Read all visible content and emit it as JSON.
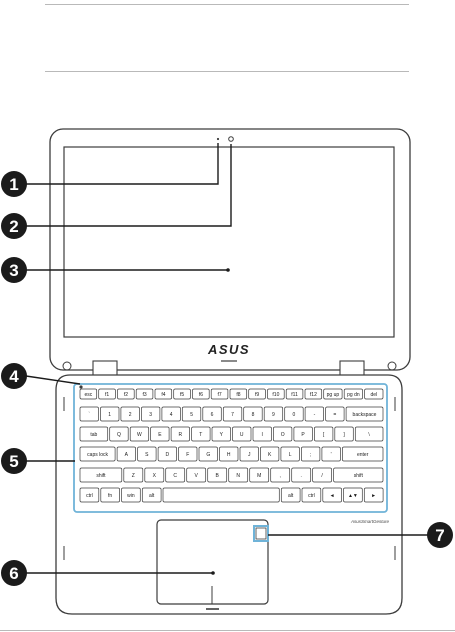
{
  "brand": {
    "logo_text": "ASUS",
    "touchpad_label": "AsusSmartGesture"
  },
  "callouts": [
    {
      "id": 1,
      "label": "1"
    },
    {
      "id": 2,
      "label": "2"
    },
    {
      "id": 3,
      "label": "3"
    },
    {
      "id": 4,
      "label": "4"
    },
    {
      "id": 5,
      "label": "5"
    },
    {
      "id": 6,
      "label": "6"
    },
    {
      "id": 7,
      "label": "7"
    }
  ],
  "colors": {
    "callout_fill": "#1b1b1b",
    "callout_text": "#ffffff",
    "keyboard_highlight": "#6fb3d8",
    "outline": "#3c3c3c"
  },
  "keyboard": {
    "rows": [
      [
        "esc",
        "f1",
        "f2",
        "f3",
        "f4",
        "f5",
        "f6",
        "f7",
        "f8",
        "f9",
        "f10",
        "f11",
        "f12",
        "pg up",
        "pg dn",
        "del"
      ],
      [
        "`",
        "1",
        "2",
        "3",
        "4",
        "5",
        "6",
        "7",
        "8",
        "9",
        "0",
        "-",
        "=",
        "backspace"
      ],
      [
        "tab",
        "Q",
        "W",
        "E",
        "R",
        "T",
        "Y",
        "U",
        "I",
        "O",
        "P",
        "[",
        "]",
        "\\"
      ],
      [
        "caps lock",
        "A",
        "S",
        "D",
        "F",
        "G",
        "H",
        "J",
        "K",
        "L",
        ";",
        "'",
        "enter"
      ],
      [
        "shift",
        "Z",
        "X",
        "C",
        "V",
        "B",
        "N",
        "M",
        ",",
        ".",
        "/",
        "shift"
      ],
      [
        "ctrl",
        "fn",
        "win",
        "alt",
        "",
        "alt",
        "ctrl",
        "◄",
        "▲▼",
        "►"
      ]
    ]
  }
}
